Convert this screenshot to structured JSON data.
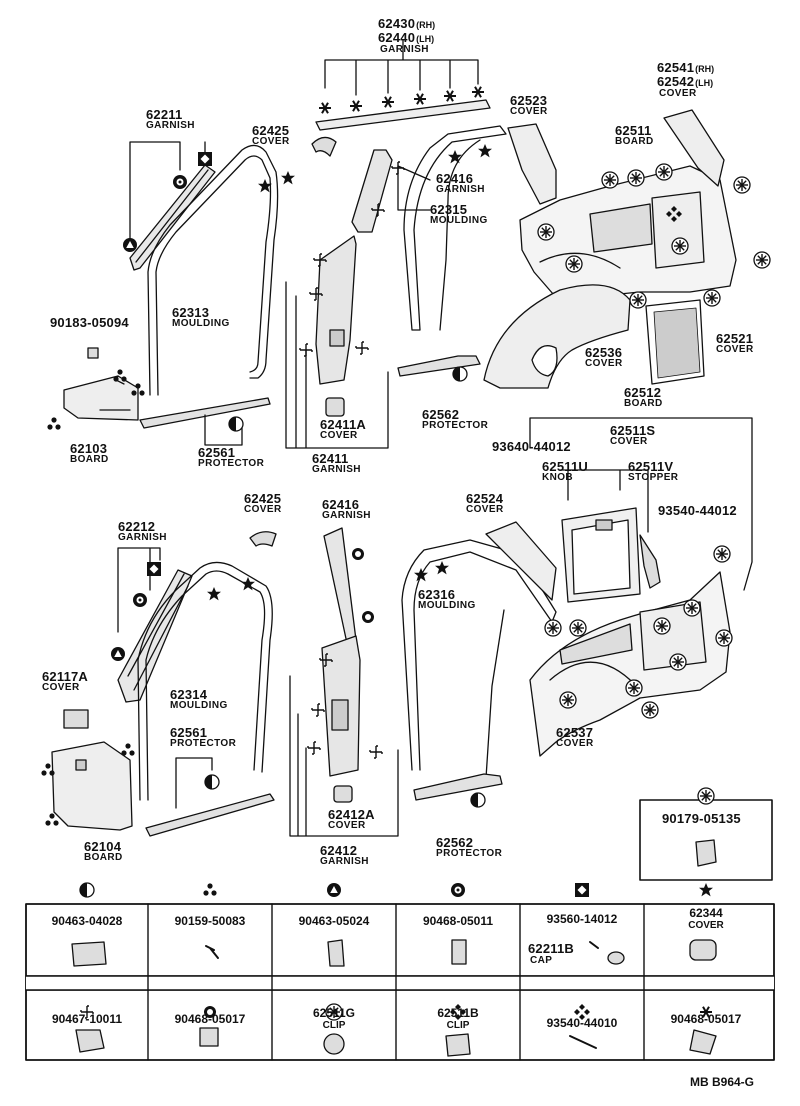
{
  "callouts": {
    "p62430": {
      "num": "62430",
      "side": "(RH)"
    },
    "p62440": {
      "num": "62440",
      "side": "(LH)",
      "name": "GARNISH"
    },
    "p62541": {
      "num": "62541",
      "side": "(RH)"
    },
    "p62542": {
      "num": "62542",
      "side": "(LH)",
      "name": "COVER"
    },
    "p62211": {
      "num": "62211",
      "name": "GARNISH"
    },
    "p62425a": {
      "num": "62425",
      "name": "COVER"
    },
    "p62523": {
      "num": "62523",
      "name": "COVER"
    },
    "p62511": {
      "num": "62511",
      "name": "BOARD"
    },
    "p62416a": {
      "num": "62416",
      "name": "GARNISH"
    },
    "p62315": {
      "num": "62315",
      "name": "MOULDING"
    },
    "p90183": {
      "num": "90183-05094"
    },
    "p62313": {
      "num": "62313",
      "name": "MOULDING"
    },
    "p62521": {
      "num": "62521",
      "name": "COVER"
    },
    "p62536": {
      "num": "62536",
      "name": "COVER"
    },
    "p62512": {
      "num": "62512",
      "name": "BOARD"
    },
    "p62411A": {
      "num": "62411A",
      "name": "COVER"
    },
    "p62562a": {
      "num": "62562",
      "name": "PROTECTOR"
    },
    "p93640a": {
      "num": "93640-44012"
    },
    "p62511S": {
      "num": "62511S",
      "name": "COVER"
    },
    "p62103": {
      "num": "62103",
      "name": "BOARD"
    },
    "p62561a": {
      "num": "62561",
      "name": "PROTECTOR"
    },
    "p62411": {
      "num": "62411",
      "name": "GARNISH"
    },
    "p62511U": {
      "num": "62511U",
      "name": "KNOB"
    },
    "p62511V": {
      "num": "62511V",
      "name": "STOPPER"
    },
    "p62425b": {
      "num": "62425",
      "name": "COVER"
    },
    "p62416b": {
      "num": "62416",
      "name": "GARNISH"
    },
    "p62524": {
      "num": "62524",
      "name": "COVER"
    },
    "p93540a": {
      "num": "93540-44012"
    },
    "p62212": {
      "num": "62212",
      "name": "GARNISH"
    },
    "p62316": {
      "num": "62316",
      "name": "MOULDING"
    },
    "p62117A": {
      "num": "62117A",
      "name": "COVER"
    },
    "p62314": {
      "num": "62314",
      "name": "MOULDING"
    },
    "p62561b": {
      "num": "62561",
      "name": "PROTECTOR"
    },
    "p62537": {
      "num": "62537",
      "name": "COVER"
    },
    "p62412A": {
      "num": "62412A",
      "name": "COVER"
    },
    "p62104": {
      "num": "62104",
      "name": "BOARD"
    },
    "p62412": {
      "num": "62412",
      "name": "GARNISH"
    },
    "p62562b": {
      "num": "62562",
      "name": "PROTECTOR"
    },
    "p90179": {
      "num": "90179-05135"
    }
  },
  "legend_row1": [
    {
      "symbol": "half-circle",
      "num": "90463-04028",
      "name": ""
    },
    {
      "symbol": "three-dots",
      "num": "90159-50083",
      "name": ""
    },
    {
      "symbol": "triangle",
      "num": "90463-05024",
      "name": ""
    },
    {
      "symbol": "ring",
      "num": "90468-05011",
      "name": ""
    },
    {
      "symbol": "square-diamond",
      "num": "93560-14012",
      "name": "",
      "extra_num": "62211B",
      "extra_name": "CAP"
    },
    {
      "symbol": "star",
      "num": "62344",
      "name": "COVER"
    }
  ],
  "legend_row2": [
    {
      "symbol": "cross",
      "num": "90467-10011",
      "name": ""
    },
    {
      "symbol": "dot",
      "num": "90468-05017",
      "name": ""
    },
    {
      "symbol": "asterisk-circle",
      "num": "62511G",
      "name": "CLIP"
    },
    {
      "symbol": "x-cross",
      "num": "62511B",
      "name": "CLIP"
    },
    {
      "symbol": "diamonds",
      "num": "93540-44010",
      "name": ""
    },
    {
      "symbol": "asterisk",
      "num": "90468-05017",
      "name": ""
    }
  ],
  "footer": {
    "code": "MB  B964-G"
  }
}
